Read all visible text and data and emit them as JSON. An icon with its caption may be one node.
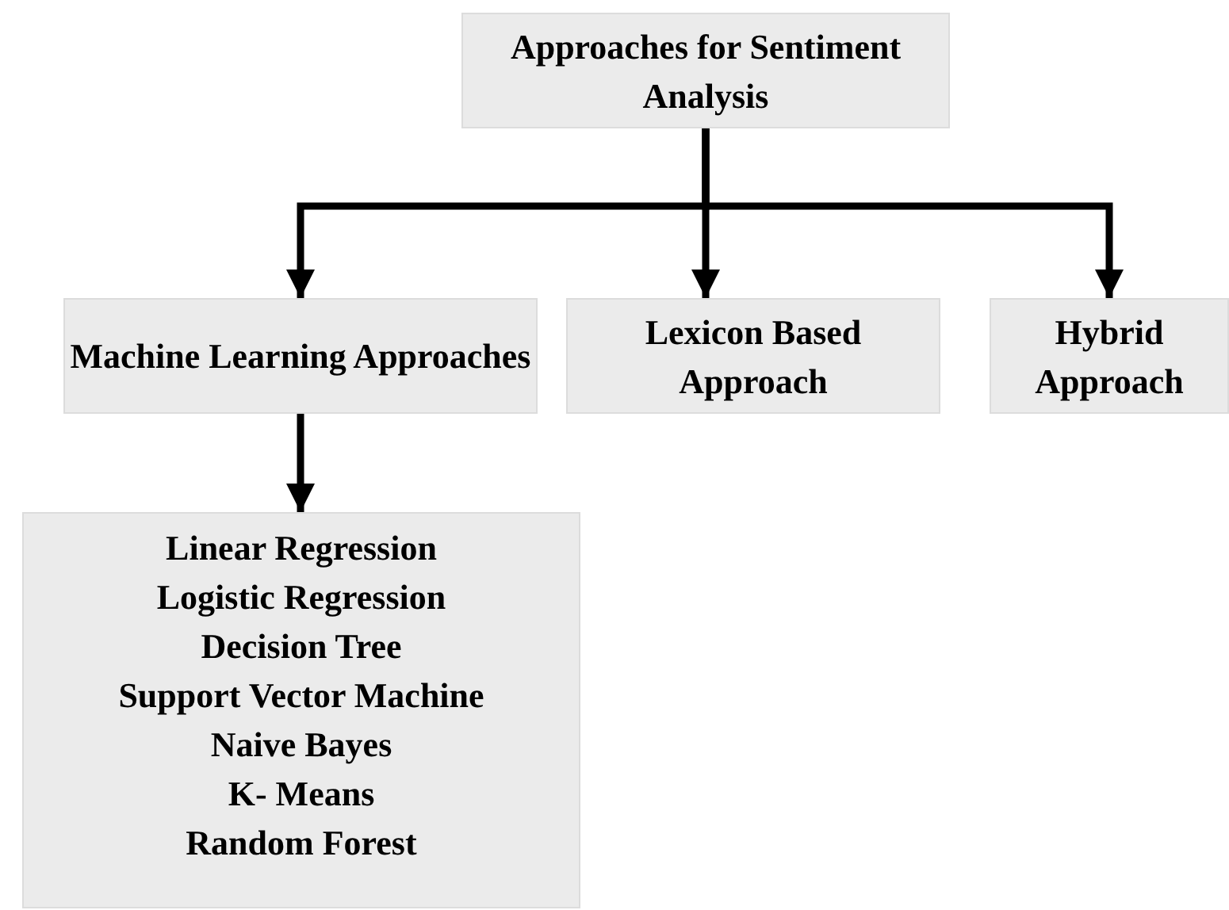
{
  "diagram": {
    "nodes": [
      {
        "text": [
          "Approaches for Sentiment Analysis"
        ]
      },
      {
        "text": [
          "Machine Learning Approaches"
        ]
      },
      {
        "text": [
          "Lexicon Based Approach"
        ]
      },
      {
        "text": [
          "Hybrid Approach"
        ]
      },
      {
        "text": [
          "Linear Regression",
          "Logistic Regression",
          "Decision Tree",
          "Support Vector Machine",
          "Naive Bayes",
          "K- Means",
          "Random Forest"
        ]
      }
    ],
    "edges": [
      {
        "from": 0,
        "to": 1,
        "arrow": "to"
      },
      {
        "from": 0,
        "to": 2,
        "arrow": "to"
      },
      {
        "from": 0,
        "to": 3,
        "arrow": "to"
      },
      {
        "from": 1,
        "to": 4,
        "arrow": "to"
      }
    ]
  }
}
